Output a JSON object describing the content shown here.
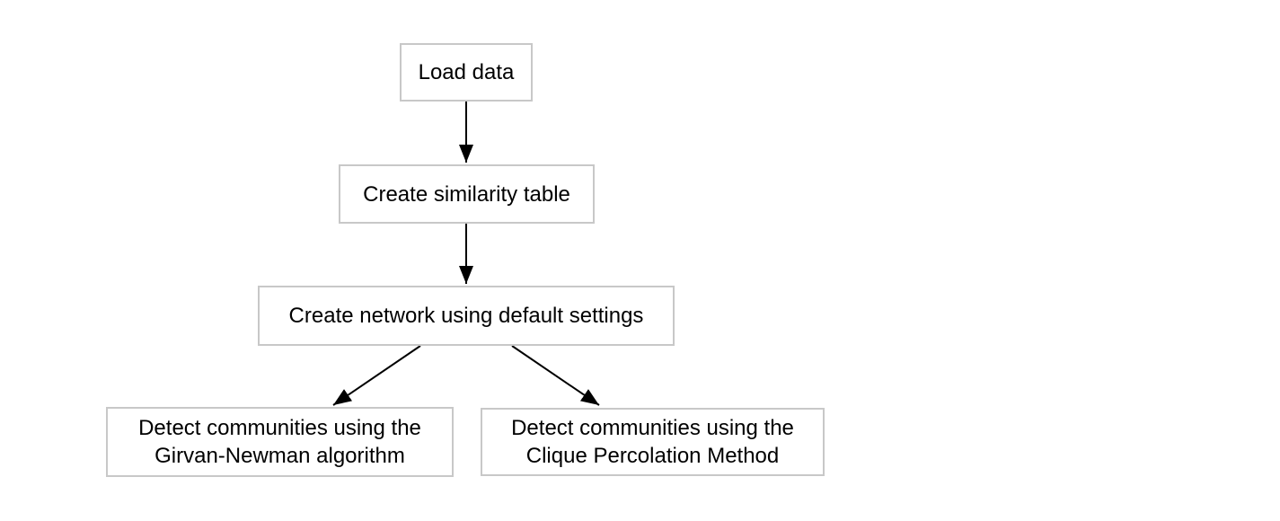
{
  "diagram": {
    "type": "flowchart",
    "background_color": "#ffffff",
    "node_border_color": "#c8c8c8",
    "node_fill_color": "#ffffff",
    "text_color": "#000000",
    "arrow_color": "#000000",
    "nodes": [
      {
        "id": "load-data",
        "label": "Load data"
      },
      {
        "id": "create-similarity-table",
        "label": "Create similarity table"
      },
      {
        "id": "create-network",
        "label": "Create network using default settings"
      },
      {
        "id": "detect-girvan-newman",
        "label": "Detect communities using the Girvan-Newman algorithm"
      },
      {
        "id": "detect-clique-percolation",
        "label": "Detect communities using the Clique Percolation Method"
      }
    ],
    "edges": [
      {
        "from": "load-data",
        "to": "create-similarity-table"
      },
      {
        "from": "create-similarity-table",
        "to": "create-network"
      },
      {
        "from": "create-network",
        "to": "detect-girvan-newman"
      },
      {
        "from": "create-network",
        "to": "detect-clique-percolation"
      }
    ]
  }
}
